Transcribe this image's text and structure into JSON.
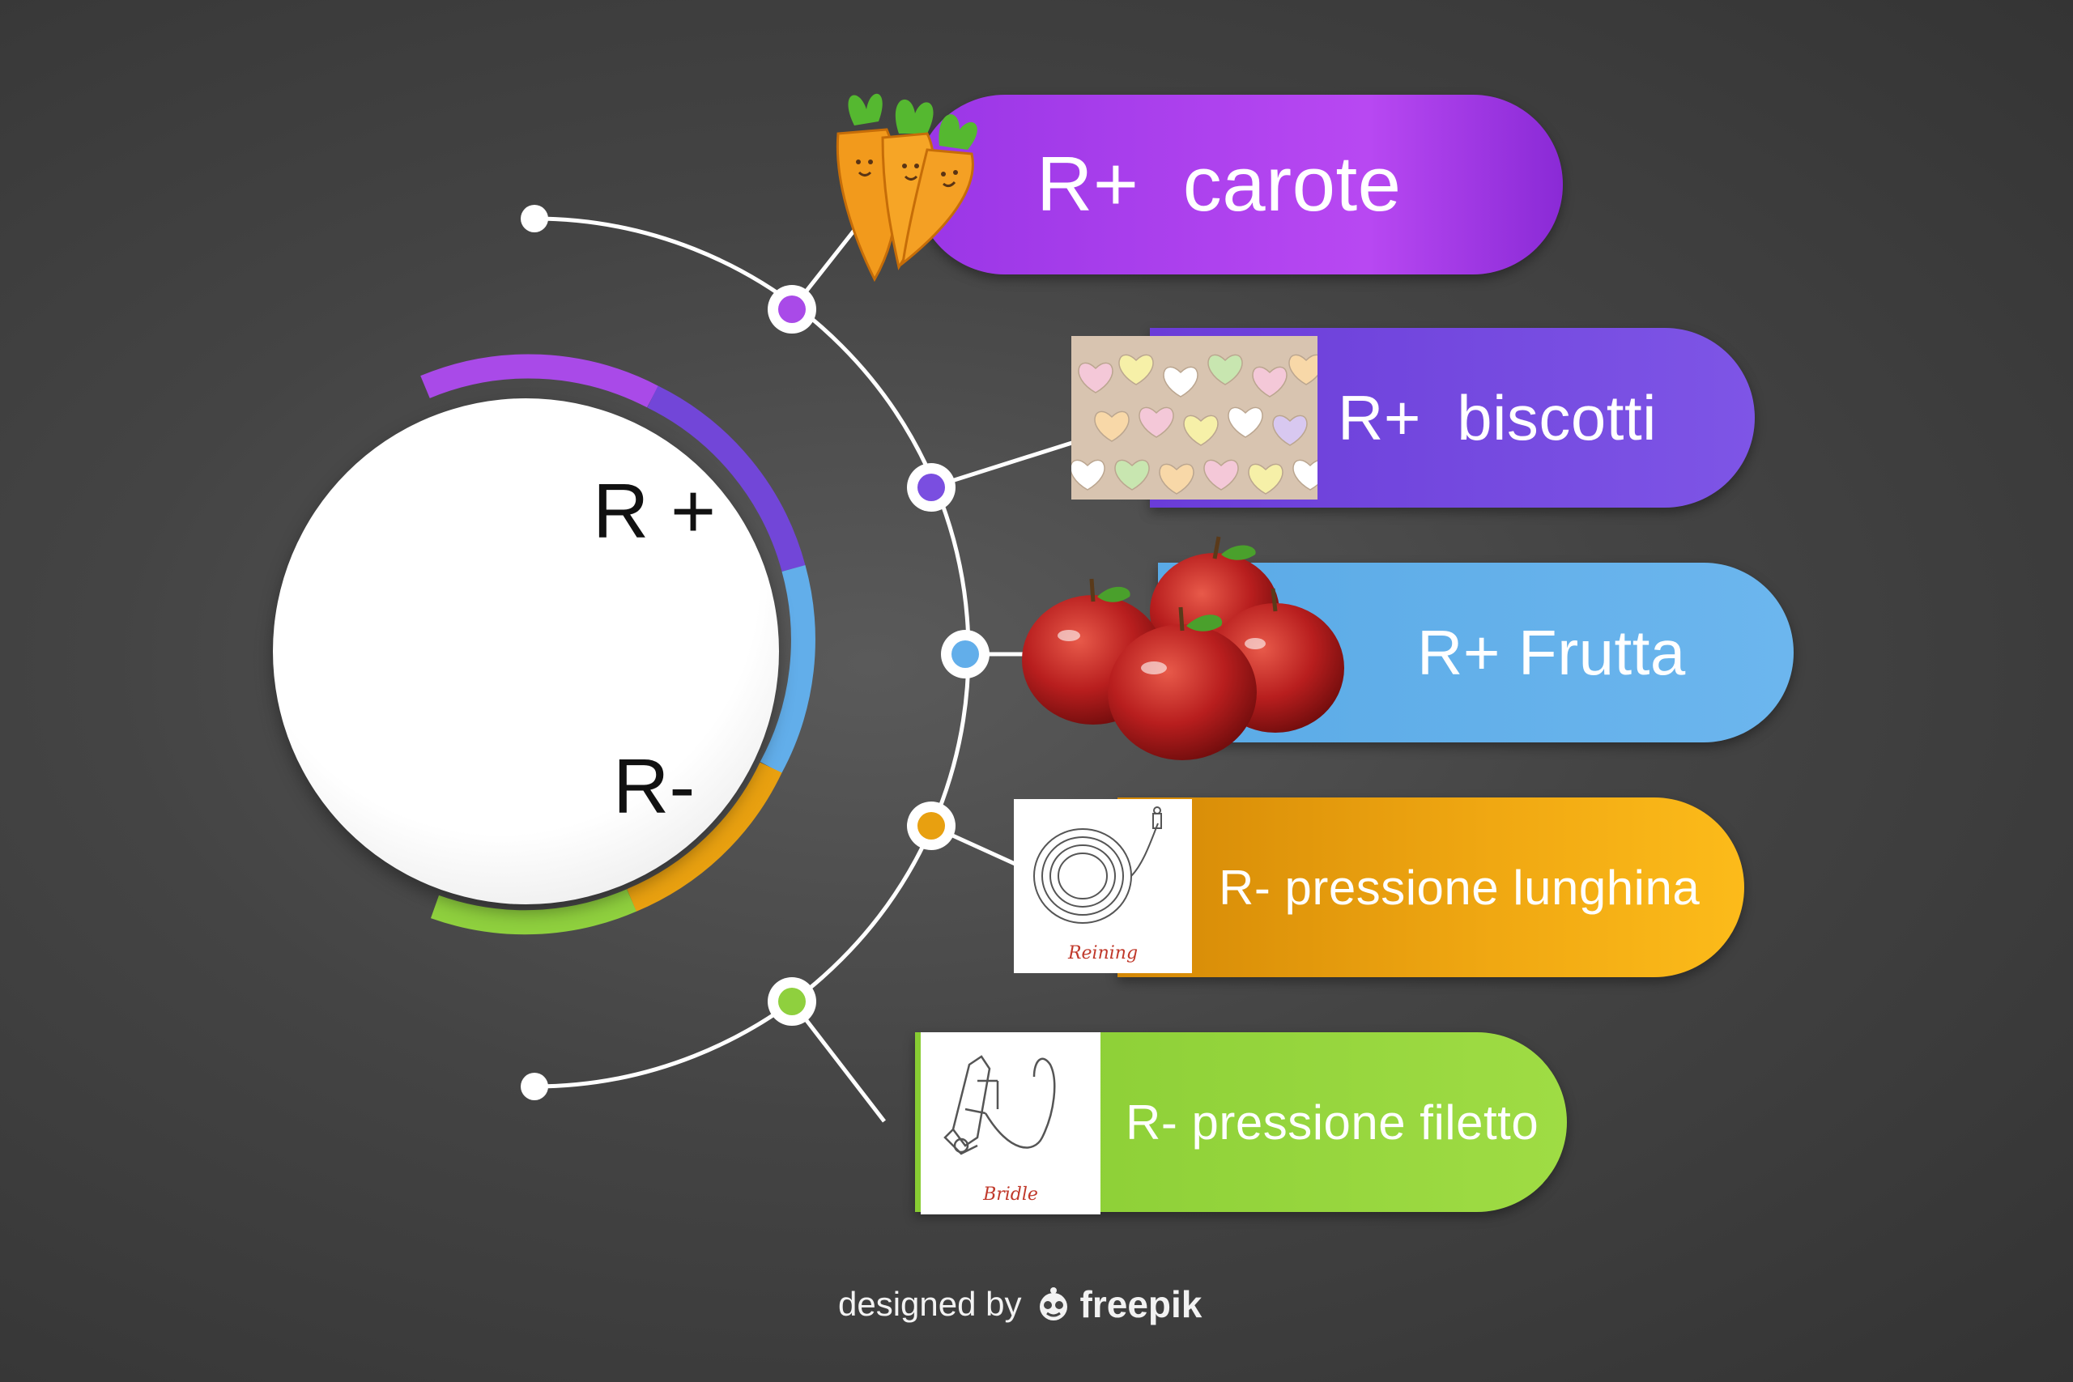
{
  "wheel": {
    "label_plus": "R +",
    "label_minus": "R-"
  },
  "items": [
    {
      "label": "R+  carote",
      "color": "#b848f2",
      "icon": "carrots-icon"
    },
    {
      "label": "R+  biscotti",
      "color": "#7e55e6",
      "icon": "candy-hearts-image"
    },
    {
      "label": "R+ Frutta",
      "color": "#6cb6ee",
      "icon": "apples-icon"
    },
    {
      "label": "R- pressione lunghina",
      "color": "#f0a812",
      "icon": "lunge-line-icon",
      "caption": "Reining"
    },
    {
      "label": "R- pressione filetto",
      "color": "#9fdc44",
      "icon": "bridle-icon",
      "caption": "Bridle"
    }
  ],
  "footer": {
    "text": "designed by",
    "brand": "freepik"
  }
}
